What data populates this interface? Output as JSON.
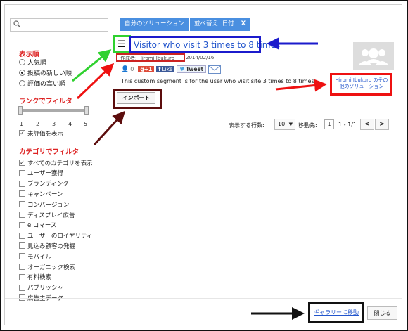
{
  "search": {
    "placeholder": ""
  },
  "sort": {
    "title": "表示順",
    "options": [
      "人気順",
      "投稿の新しい順",
      "評価の高い順"
    ],
    "selected_index": 1
  },
  "rating_filter": {
    "title": "ランクでフィルタ",
    "ticks": [
      "1",
      "2",
      "3",
      "4",
      "5"
    ],
    "show_unrated_label": "未評価を表示",
    "show_unrated_checked": true
  },
  "category_filter": {
    "title": "カテゴリでフィルタ",
    "items": [
      {
        "label": "すべてのカテゴリを表示",
        "checked": true
      },
      {
        "label": "ユーザー獲得",
        "checked": false
      },
      {
        "label": "ブランディング",
        "checked": false
      },
      {
        "label": "キャンペーン",
        "checked": false
      },
      {
        "label": "コンバージョン",
        "checked": false
      },
      {
        "label": "ディスプレイ広告",
        "checked": false
      },
      {
        "label": "e コマース",
        "checked": false
      },
      {
        "label": "ユーザーのロイヤリティ",
        "checked": false
      },
      {
        "label": "見込み顧客の発掘",
        "checked": false
      },
      {
        "label": "モバイル",
        "checked": false
      },
      {
        "label": "オーガニック検索",
        "checked": false
      },
      {
        "label": "有料検索",
        "checked": false
      },
      {
        "label": "パブリッシャー",
        "checked": false
      },
      {
        "label": "広告主データ",
        "checked": false
      }
    ]
  },
  "toolbar": {
    "my_solutions_label": "自分のソリューション",
    "sort_chip_label": "並べ替え: 日付",
    "sort_chip_close": "X"
  },
  "solution": {
    "title": "Visitor who visit 3 times to 8 times",
    "author": "作成者: Hiromi Ibukuro",
    "date": "2014/02/16",
    "import_count": "0",
    "google_plus_label": "g+1",
    "fb_like_label": "Like",
    "tweet_label": "Tweet",
    "description": "This custom segment is for the user who visit site 3 times to 8 times.",
    "import_label": "インポート"
  },
  "profile": {
    "other_solutions_label": "Hiromi Ibukuro のその他のソリューション"
  },
  "pagination": {
    "rows_label": "表示する行数:",
    "rows_value": "10",
    "jump_label": "移動先:",
    "jump_value": "1",
    "range": "1 - 1/1",
    "prev": "<",
    "next": ">"
  },
  "footer": {
    "gallery_link": "ギャラリーに移動",
    "close_label": "閉じる"
  },
  "colors": {
    "accent": "#4a8fe0",
    "annotation_blue": "#1b1bcc",
    "annotation_green": "#2fd12f",
    "annotation_red": "#ee1111",
    "annotation_darkred": "#5c0d0d"
  }
}
